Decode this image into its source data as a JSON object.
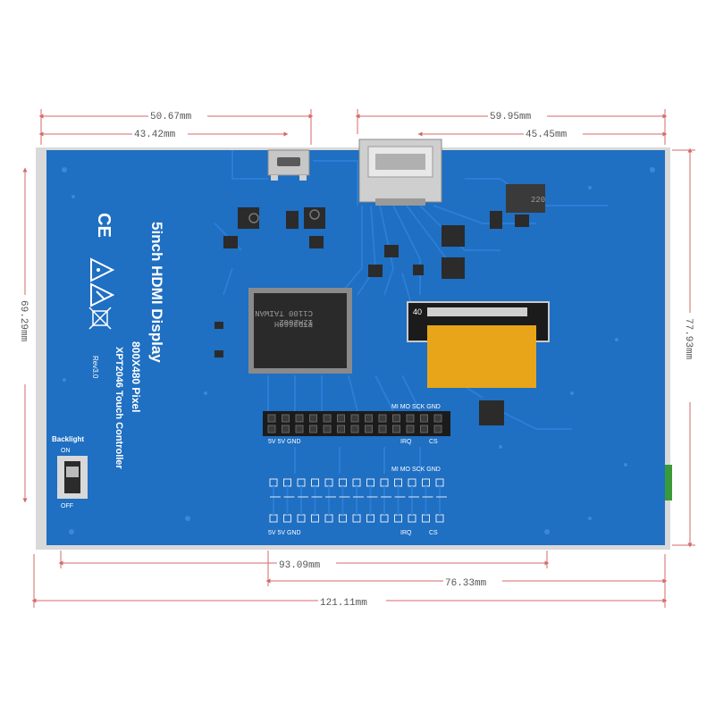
{
  "dimensions": {
    "top_outer": "50.67mm",
    "top_inner": "43.42mm",
    "top_right_outer": "59.95mm",
    "top_right_inner": "45.45mm",
    "left_height": "69.29mm",
    "right_height": "77.93mm",
    "bottom_inner": "93.09mm",
    "bottom_right": "76.33mm",
    "bottom_total": "121.11mm"
  },
  "board": {
    "title": "5inch HDMI Display",
    "resolution": "800X480 Pixel",
    "controller": "XPT2046 Touch Controller",
    "revision": "Rev3.0",
    "main_chip_line1": "RTD2660H",
    "main_chip_line2": "I2M2062",
    "main_chip_line3": "C1100 TAIWAN",
    "inductor_label": "220",
    "connector_label": "40",
    "backlight_label": "Backlight",
    "backlight_on": "ON",
    "backlight_off": "OFF",
    "header_top_labels": "MI MO SCK GND",
    "header_bottom_left": "5V  5V GND",
    "header_bottom_irq": "IRQ",
    "header_bottom_cs": "CS",
    "pads_top_labels": "MI MO SCK GND",
    "pads_bottom_left": "5V  5V GND",
    "pads_bottom_irq": "IRQ",
    "pads_bottom_cs": "CS"
  },
  "colors": {
    "pcb": "#1f6fc2",
    "trace": "#2a7ed6",
    "dimension_line": "#d46a6a",
    "flex_cable": "#e8a51a"
  }
}
